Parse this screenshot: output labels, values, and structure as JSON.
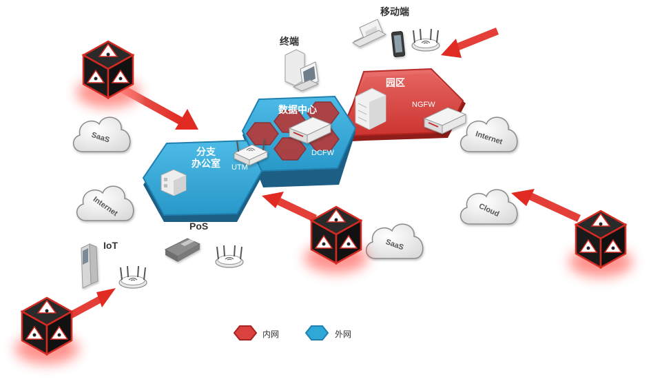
{
  "labels": {
    "mobile": "移动端",
    "terminal": "终端",
    "campus": "园区",
    "ngfw": "NGFW",
    "datacenter": "数据中心",
    "dcfw": "DCFW",
    "branch_line1": "分支",
    "branch_line2": "办公室",
    "utm": "UTM",
    "pos": "PoS",
    "iot": "IoT"
  },
  "clouds": {
    "saas_left": "SaaS",
    "internet_left": "Internet",
    "saas_bottom": "SaaS",
    "internet_right": "Internet",
    "cloud_right": "Cloud"
  },
  "legend": {
    "internal": "内网",
    "external": "外网"
  },
  "colors": {
    "red_hex": "#d9423f",
    "blue_hex": "#2fa8d8",
    "threat_arrow": "#e02a22",
    "threat_cube": "#1a1a1a"
  }
}
